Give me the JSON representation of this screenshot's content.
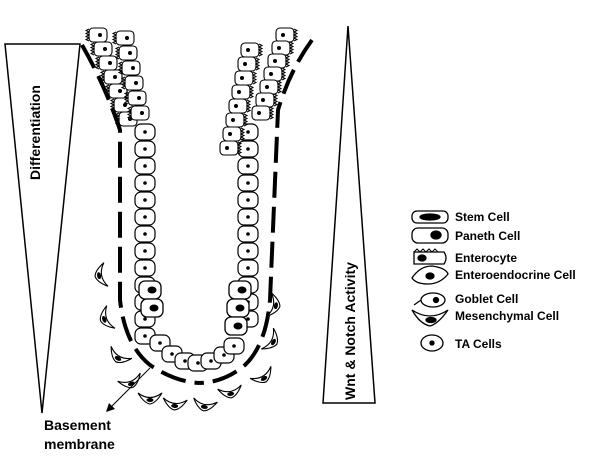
{
  "gradients": {
    "left_label": "Differentiation",
    "right_label": "Wnt & Notch Activity"
  },
  "annotation": {
    "line1": "Basement",
    "line2": "membrane"
  },
  "legend": [
    {
      "icon": "stem-cell-icon",
      "label": "Stem Cell"
    },
    {
      "icon": "paneth-cell-icon",
      "label": "Paneth Cell"
    },
    {
      "icon": "enterocyte-icon",
      "label": "Enterocyte"
    },
    {
      "icon": "enteroendocrine-cell-icon",
      "label": "Enteroendocrine Cell"
    },
    {
      "icon": "goblet-cell-icon",
      "label": "Goblet Cell"
    },
    {
      "icon": "mesenchymal-cell-icon",
      "label": "Mesenchymal Cell"
    },
    {
      "icon": "ta-cell-icon",
      "label": "TA Cells"
    }
  ]
}
